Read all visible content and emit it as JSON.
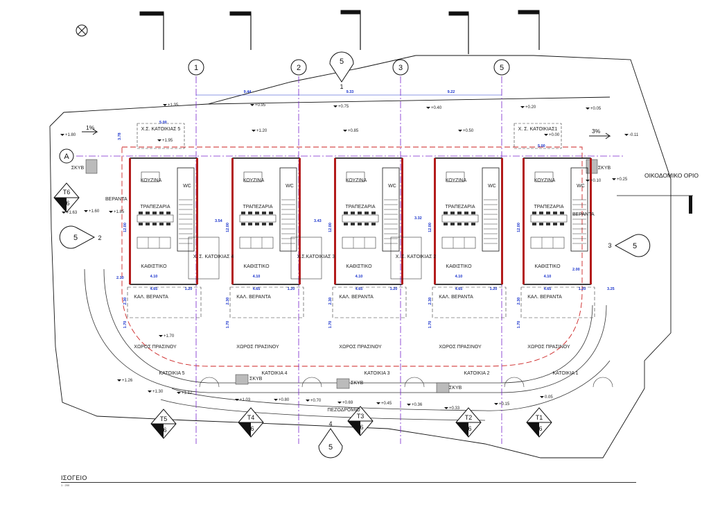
{
  "plan": {
    "title": "ΙΣΟΓΕΙΟ",
    "scale": "1 : 200",
    "plot_boundary_label": "ΟΙΚΟΔΟΜΙΚΟ ΟΡΙΟ",
    "slope_left": "1%",
    "slope_right": "3%",
    "pavement_label": "ΠΕΖΟΔΡΟΜΙΟ",
    "store_label": "ΣΚΥΒ"
  },
  "grid": {
    "axes": [
      "1",
      "2",
      "3",
      "5"
    ],
    "row_a": "A",
    "spans": [
      "9.44",
      "9.33",
      "9.22"
    ]
  },
  "sections": {
    "top": {
      "letter": "5",
      "index": "1"
    },
    "right": {
      "letter": "5",
      "index": "3"
    },
    "left": {
      "letter": "5",
      "index": "2"
    },
    "bottom": {
      "letter": "5",
      "index": "4"
    }
  },
  "markers": [
    {
      "id": "T6",
      "n": "6"
    },
    {
      "id": "T5",
      "n": "6"
    },
    {
      "id": "T4",
      "n": "6"
    },
    {
      "id": "T3",
      "n": "6"
    },
    {
      "id": "T2",
      "n": "6"
    },
    {
      "id": "T1",
      "n": "6"
    }
  ],
  "rooms": {
    "kitchen": "ΚΟΥΖΙΝΑ",
    "dining": "ΤΡΑΠΕΖΑΡΙΑ",
    "living": "ΚΑΘΙΣΤΙΚΟ",
    "covered_veranda": "ΚΑΛ. ΒΕΡΑΝΤΑ",
    "green": "ΧΩΡΟΣ ΠΡΑΣΙΝΟΥ",
    "veranda": "ΒΕΡΑΝΤΑ",
    "wc": "WC"
  },
  "units": [
    {
      "name": "ΚΑΤΟΙΚΙΑ 5",
      "parking": "Χ.Σ. ΚΑΤΟΙΚΙΑΣ 5"
    },
    {
      "name": "ΚΑΤΟΙΚΙΑ 4",
      "parking": "Χ. Σ. ΚΑΤΟΙΚΙΑΣ 4"
    },
    {
      "name": "ΚΑΤΟΙΚΙΑ 3",
      "parking": "Χ.Σ.ΚΑΤΟΙΚΙΑΣ 3"
    },
    {
      "name": "ΚΑΤΟΙΚΙΑ 2",
      "parking": "Χ. Σ. ΚΑΤΟΙΚΙΑΣ 2"
    },
    {
      "name": "ΚΑΤΟΙΚΙΑ 1",
      "parking": "Χ. Σ. ΚΑΤΟΙΚΙΑΣ1"
    }
  ],
  "levels": {
    "top": [
      "+1.35",
      "+0.95",
      "+0.75",
      "+0.40",
      "+0.20",
      "+0.05"
    ],
    "bottom": [
      "+1.26",
      "+1.30",
      "+1.12",
      "+1.03",
      "+0.80",
      "+0.70",
      "+0.69",
      "+0.45",
      "+0.36",
      "+0.33",
      "+0.15",
      "0.05"
    ],
    "misc": [
      "+1.80",
      "+1.95",
      "+1.20",
      "+0.85",
      "+0.50",
      "+0.00",
      "-0.11",
      "+1.63",
      "+1.60",
      "+1.85",
      "+1.70",
      "+0.10",
      "+0.25"
    ]
  },
  "dims": [
    "3.78",
    "5.00",
    "12.00",
    "4.10",
    "4.65",
    "1.20",
    "2.30",
    "1.70",
    "3.54",
    "3.43",
    "3.32",
    "2.10",
    "2.00",
    "3.25"
  ]
}
